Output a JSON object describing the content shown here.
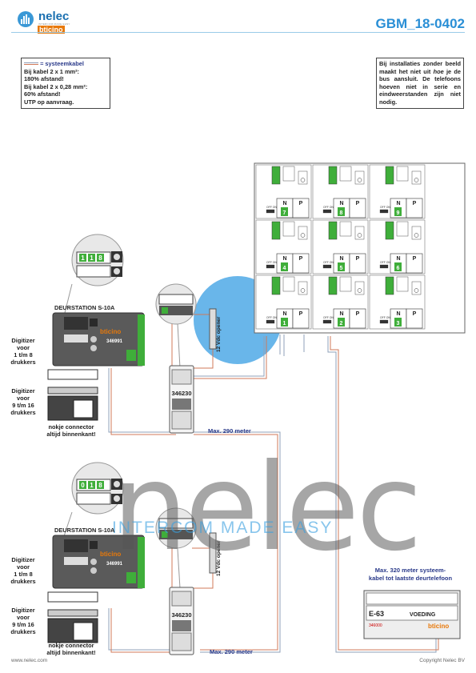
{
  "header": {
    "brand": "nelec",
    "brand_sub": "INTERCOM MADE EASY",
    "brand_partner": "bticino",
    "doc_code": "GBM_18-0402"
  },
  "note_left": {
    "title": "= systeemkabel",
    "lines": [
      "Bij kabel 2 x 1 mm²:",
      "180% afstand!",
      "Bij kabel 2 x 0,28 mm²:",
      "60% afstand!",
      "UTP op aanvraag."
    ]
  },
  "note_right": {
    "text_a": "Bij installaties zonder beeld maakt het niet uit ",
    "text_em": "hoe",
    "text_b": " je de bus aansluit. De telefoons hoeven niet in serie en eindweerstanden zijn niet nodig."
  },
  "station_top": {
    "title": "DEURSTATION S-10A",
    "model": "346991",
    "brand": "bticino",
    "digitizer_1": [
      "Digitizer",
      "voor",
      "1 t/m 8",
      "drukkers"
    ],
    "digitizer_2": [
      "Digitizer",
      "voor",
      "9 t/m 16",
      "drukkers"
    ],
    "note": [
      "nokje connector",
      "altijd binnenkant!"
    ],
    "zoom_digits": [
      "1",
      "1",
      "8"
    ]
  },
  "station_bottom": {
    "title": "DEURSTATION S-10A",
    "model": "346991",
    "brand": "bticino",
    "digitizer_1": [
      "Digitizer",
      "voor",
      "1 t/m 8",
      "drukkers"
    ],
    "digitizer_2": [
      "Digitizer",
      "voor",
      "9 t/m 16",
      "drukkers"
    ],
    "note": [
      "nokje connector",
      "altijd binnenkant!"
    ],
    "zoom_digits": [
      "0",
      "1",
      "8"
    ]
  },
  "module_top": {
    "code": "346230",
    "opener": "12 Vdc opener",
    "distance": "Max. 290 meter"
  },
  "module_bottom": {
    "code": "346230",
    "opener": "12 Vdc opener",
    "distance": "Max. 290 meter"
  },
  "phones": {
    "labels": [
      "N",
      "P"
    ],
    "off_on": "OFF ON",
    "rows": [
      [
        "7",
        "8",
        "9"
      ],
      [
        "4",
        "5",
        "6"
      ],
      [
        "1",
        "2",
        "3"
      ]
    ]
  },
  "power_supply": {
    "model": "E-63",
    "title": "VOEDING",
    "code": "346000",
    "brand": "bticino",
    "caption": [
      "Max. 320 meter systeem-",
      "kabel tot laatste deurtelefoon"
    ]
  },
  "watermark": {
    "text": "nelec",
    "sub": "INTERCOM MADE EASY"
  },
  "footer": {
    "left": "www.nelec.com",
    "right": "Copyright Nelec BV"
  },
  "colors": {
    "accent": "#2a8fd6",
    "cable_blue": "#8fa0b8",
    "cable_red": "#d07a5a",
    "device": "#5a5a5a",
    "terminal": "#3fae3a"
  }
}
